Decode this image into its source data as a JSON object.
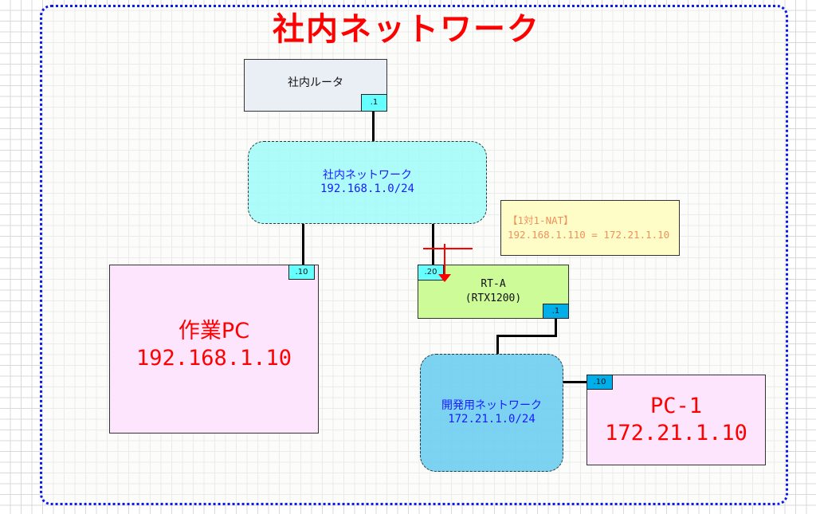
{
  "diagram": {
    "title": "社内ネットワーク",
    "nodes": {
      "router": {
        "label": "社内ルータ",
        "port": ".1"
      },
      "office_network": {
        "label": "社内ネットワーク",
        "subnet": "192.168.1.0/24"
      },
      "work_pc": {
        "label": "作業PC",
        "ip": "192.168.1.10",
        "port": ".10"
      },
      "rt_a": {
        "label": "RT-A",
        "model": "(RTX1200)",
        "port_in": ".20",
        "port_out": ".1"
      },
      "dev_network": {
        "label": "開発用ネットワーク",
        "subnet": "172.21.1.0/24"
      },
      "pc1": {
        "label": "PC-1",
        "ip": "172.21.1.10",
        "port": ".10"
      }
    },
    "note": {
      "heading": "【1対1-NAT】",
      "text": "192.168.1.110 = 172.21.1.10"
    },
    "colors": {
      "title": "#ff0000",
      "frame": "#0a1bef",
      "router_fill": "#eaeef5",
      "office_net_fill": "#aefcf8",
      "dev_net_fill": "#7ed5f2",
      "pc_fill": "#fde6fd",
      "rt_fill": "#cdfb98",
      "note_fill": "#fefdc8",
      "note_text": "#f0915a",
      "port_light": "#66ffff",
      "port_dark": "#00aeea",
      "arrow": "#ff0000"
    }
  }
}
